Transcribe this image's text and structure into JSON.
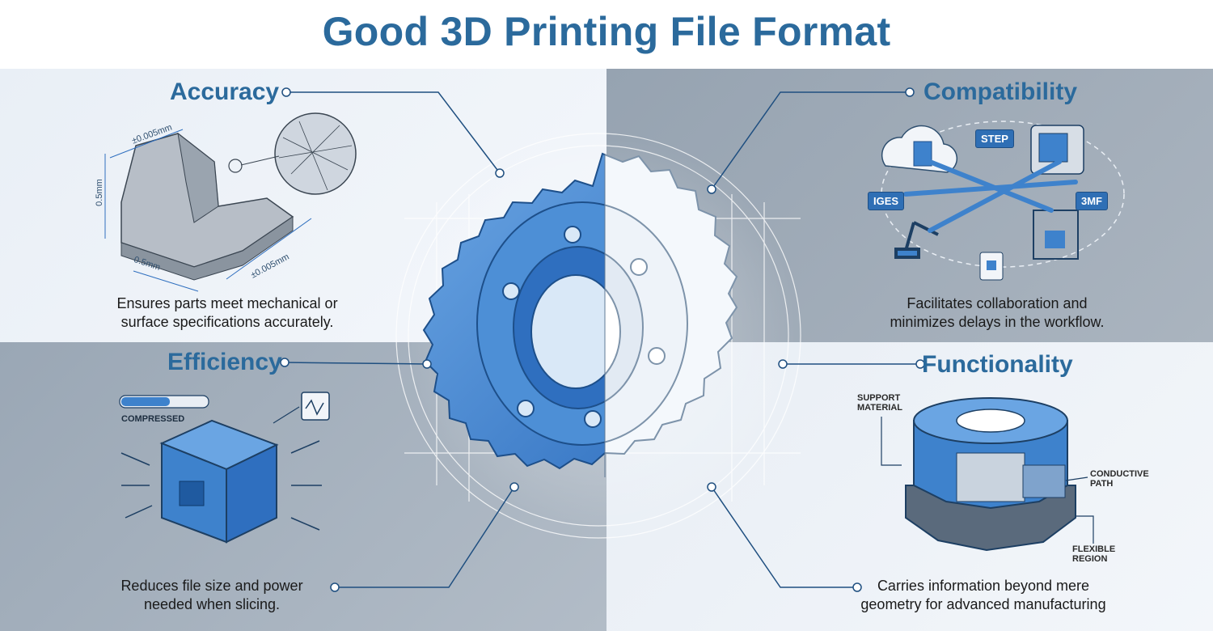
{
  "title": "Good 3D Printing File Format",
  "colors": {
    "accent": "#2b6a9c",
    "blue": "#3e82cc",
    "dark_quadrant": "#a0acb8",
    "light_quadrant": "#eef3f8"
  },
  "accuracy": {
    "heading": "Accuracy",
    "line1": "Ensures parts meet mechanical or",
    "line2": "surface specifications accurately.",
    "dims": {
      "top": "±0.005mm",
      "left": "0.5mm",
      "bottom": "0.5mm",
      "right": "±0.005mm"
    }
  },
  "compatibility": {
    "heading": "Compatibility",
    "line1": "Facilitates collaboration and",
    "line2": "minimizes delays in the workflow.",
    "formats": [
      "STEP",
      "IGES",
      "3MF"
    ]
  },
  "efficiency": {
    "heading": "Efficiency",
    "compressed_label": "COMPRESSED",
    "line1": "Reduces file size and power",
    "line2": "needed when slicing."
  },
  "functionality": {
    "heading": "Functionality",
    "line1": "Carries information beyond mere",
    "line2": "geometry for advanced manufacturing",
    "support_label_1": "SUPPORT",
    "support_label_2": "MATERIAL",
    "conductive_label_1": "CONDUCTIVE",
    "conductive_label_2": "PATH",
    "flexible_label_1": "FLEXIBLE",
    "flexible_label_2": "REGION"
  }
}
